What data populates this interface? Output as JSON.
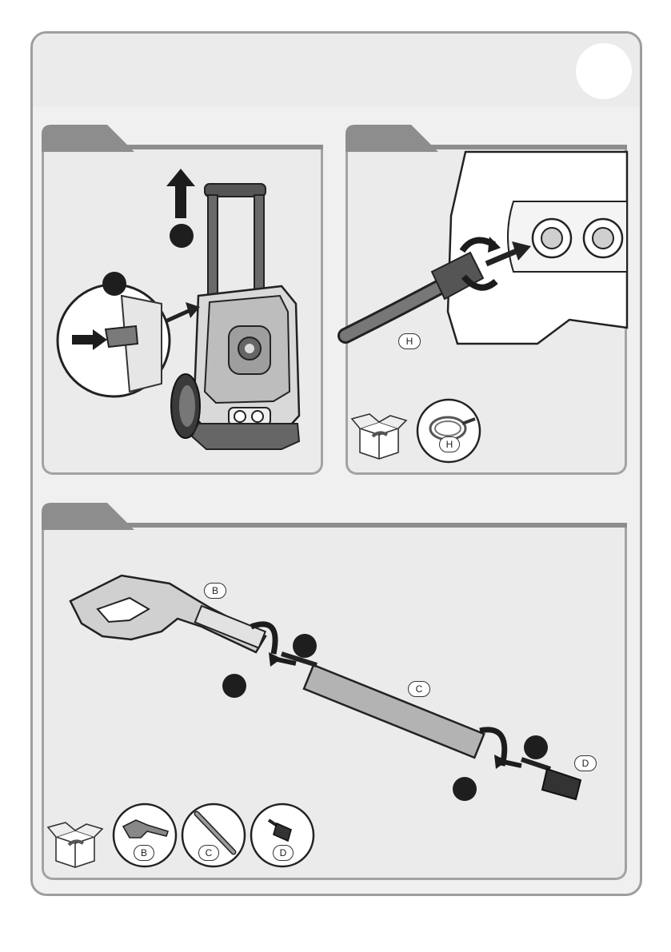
{
  "labels": {
    "hose": "H",
    "hose_inventory": "H",
    "gun": "B",
    "gun_inventory": "B",
    "lance": "C",
    "lance_inventory": "C",
    "nozzle": "D",
    "nozzle_inventory": "D"
  },
  "icons": {
    "up_arrow": "arrow-up-icon",
    "push_arrow": "arrow-right-icon",
    "rotate": "rotate-icon",
    "box": "open-box-icon"
  },
  "colors": {
    "frame_border": "#9e9e9e",
    "panel_bg": "#ebebeb",
    "tab_color": "#8d8d8d",
    "step_dot": "#1e1e1e"
  }
}
